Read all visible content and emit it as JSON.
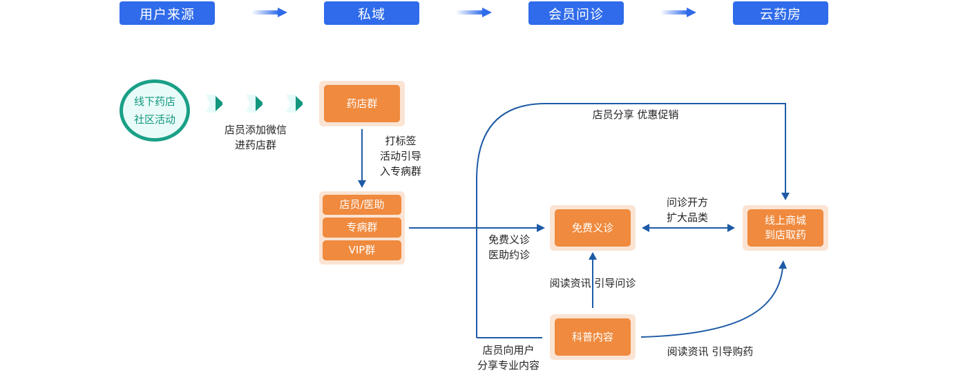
{
  "stages": [
    {
      "label": "用户来源"
    },
    {
      "label": "私域"
    },
    {
      "label": "会员问诊"
    },
    {
      "label": "云药房"
    }
  ],
  "source": {
    "circle_lines": [
      "线下药店",
      "社区活动"
    ],
    "caption_lines": [
      "店员添加微信",
      "进药店群"
    ]
  },
  "nodes": {
    "pharmacy_group": {
      "label": "药店群"
    },
    "groups": [
      {
        "label": "店员/医助"
      },
      {
        "label": "专病群"
      },
      {
        "label": "VIP群"
      }
    ],
    "free_consult": {
      "label": "免费义诊"
    },
    "online_mall": {
      "lines": [
        "线上商城",
        "到店取药"
      ]
    },
    "science_content": {
      "label": "科普内容"
    }
  },
  "edge_labels": {
    "tagging": [
      "打标签",
      "活动引导",
      "入专病群"
    ],
    "share_promo": "店员分享 优惠促销",
    "free_consult_assist": [
      "免费义诊",
      "医助约诊"
    ],
    "consult_prescribe": [
      "问诊开方",
      "扩大品类"
    ],
    "read_to_consult": "阅读资讯  引导问诊",
    "read_to_buy": "阅读资讯  引导购药",
    "staff_share": [
      "店员向用户",
      "分享专业内容"
    ]
  },
  "colors": {
    "stage_blue": "#2f6bea",
    "teal": "#1aa087",
    "orange": "#ef8a3e",
    "orange_light": "#fbe4d4",
    "line_blue": "#1d5aa6"
  }
}
